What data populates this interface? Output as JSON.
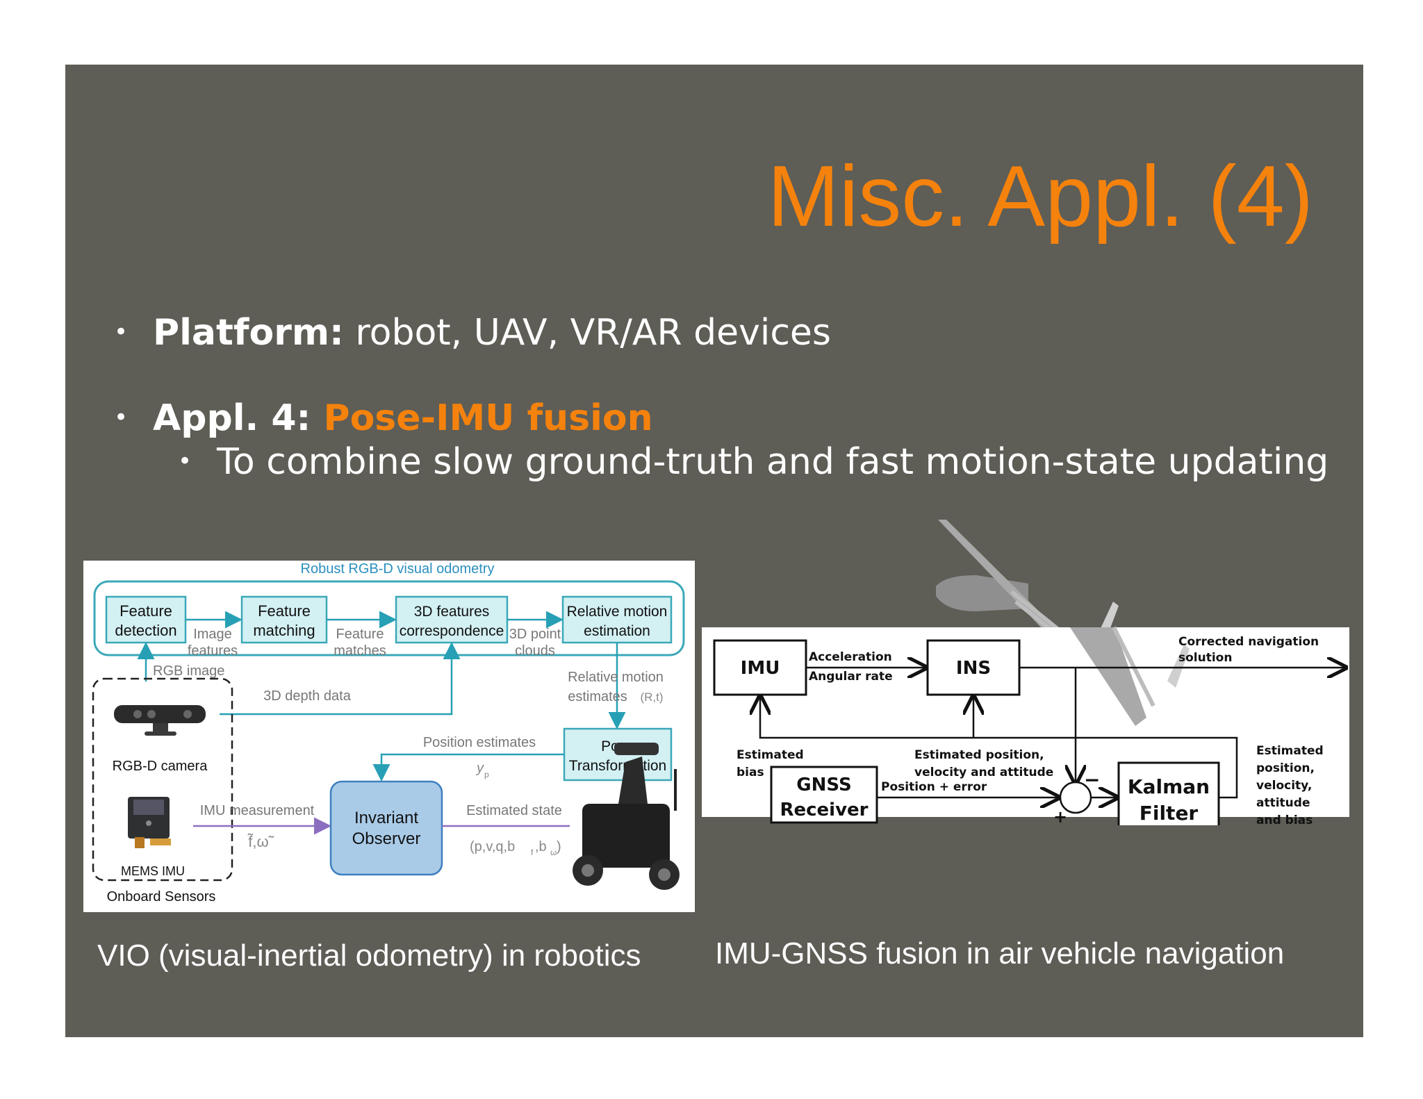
{
  "slide": {
    "title": "Misc. Appl. (4)",
    "bullets": [
      {
        "bold": "Platform:",
        "text": " robot, UAV, VR/AR devices"
      },
      {
        "bold": "Appl. 4: ",
        "highlight": "Pose-IMU fusion"
      },
      {
        "text": "To combine slow ground-truth and fast motion-state updating"
      }
    ],
    "bullet_char": "•"
  },
  "vio_diagram": {
    "header": "Robust RGB-D visual odometry",
    "boxes": {
      "feature_detection": [
        "Feature",
        "detection"
      ],
      "feature_matching": [
        "Feature",
        "matching"
      ],
      "correspondence": [
        "3D features",
        "correspondence"
      ],
      "relative_motion": [
        "Relative motion",
        "estimation"
      ],
      "pose_transformation": [
        "Pose",
        "Transformation"
      ],
      "invariant_observer": [
        "Invariant",
        "Observer"
      ]
    },
    "labels": {
      "image_features": [
        "Image",
        "features"
      ],
      "feature_matches": [
        "Feature",
        "matches"
      ],
      "point_clouds": [
        "3D point",
        "clouds"
      ],
      "rgb_image": "RGB image",
      "depth_data": "3D depth data",
      "rel_motion_estimates_1": "Relative motion",
      "rel_motion_estimates_2": "estimates",
      "rel_motion_symbol": "(R,t)",
      "position_estimates": "Position estimates",
      "yp": "y",
      "yp_sub": "p",
      "rgbd_camera": "RGB-D camera",
      "imu_measurement": "IMU measurement",
      "imu_symbols": "f̃,ω̃",
      "estimated_state": "Estimated state",
      "state_vector": "(p,v,q,b",
      "state_sub_f": "f",
      "state_sub_w": "ω",
      "mems_imu": "MEMS IMU",
      "onboard_sensors": "Onboard Sensors"
    },
    "colors": {
      "box_fill": "#d3f0f3",
      "box_stroke": "#3aa8b8",
      "line": "#27a0b5",
      "observer_fill": "#a9cbe8",
      "observer_stroke": "#3e7fbf",
      "imu_arrow": "#8c6ec0"
    }
  },
  "gnss_diagram": {
    "boxes": {
      "imu": "IMU",
      "ins": "INS",
      "gnss": [
        "GNSS",
        "Receiver"
      ],
      "kalman": [
        "Kalman",
        "Filter"
      ]
    },
    "labels": {
      "acceleration": "Acceleration",
      "angular_rate": "Angular rate",
      "corrected_1": "Corrected navigation",
      "corrected_2": "solution",
      "estimated_bias_1": "Estimated",
      "estimated_bias_2": "bias",
      "est_pos_1": "Estimated position,",
      "est_pos_2": "velocity and attitude",
      "position_error": "Position + error",
      "minus": "−",
      "plus": "+",
      "right_1": "Estimated",
      "right_2": "position,",
      "right_3": "velocity,",
      "right_4": "attitude",
      "right_5": "and bias"
    }
  },
  "captions": {
    "left": "VIO (visual-inertial odometry) in robotics",
    "right": "IMU-GNSS fusion in air vehicle navigation"
  },
  "colors": {
    "slide_bg": "#5e5d56",
    "title": "#f5820d",
    "highlight": "#f5820d",
    "text": "#ffffff"
  }
}
